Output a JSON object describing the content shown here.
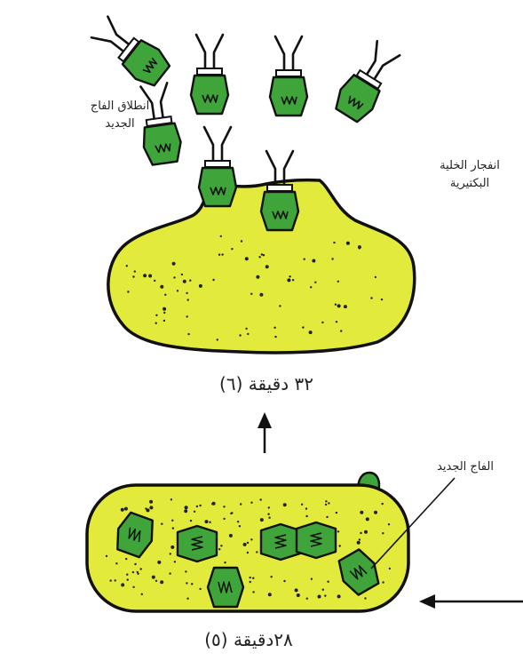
{
  "labels": {
    "release_line1": "انطلاق الفاج",
    "release_line2": "الجديد",
    "burst_line1": "انفجار الخلية",
    "burst_line2": "البكتيرية",
    "new_phage": "الفاج الجديد"
  },
  "captions": {
    "stage6": "٣٢ دقيقة (٦)",
    "stage5": "٢٨دقيقة (٥)"
  },
  "colors": {
    "cytoplasm": "#E2EA3C",
    "phage_head": "#3FA53A",
    "outline": "#111111"
  },
  "icons": {
    "arrow_up": "arrow-up-icon",
    "arrow_left": "arrow-left-icon"
  }
}
